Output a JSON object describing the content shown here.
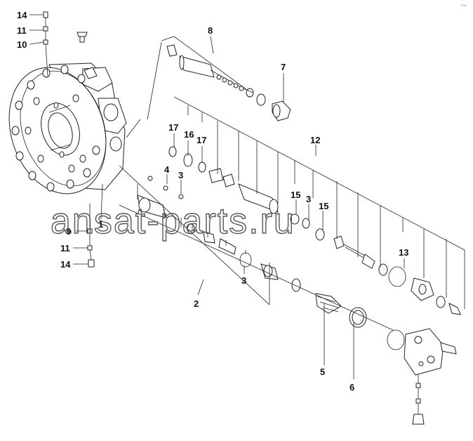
{
  "watermark": "ansat-parts.ru",
  "corner_mark": "↑—",
  "callouts": [
    {
      "id": "14-top",
      "text": "14"
    },
    {
      "id": "11-top",
      "text": "11"
    },
    {
      "id": "10",
      "text": "10"
    },
    {
      "id": "8",
      "text": "8"
    },
    {
      "id": "7",
      "text": "7"
    },
    {
      "id": "17-a",
      "text": "17"
    },
    {
      "id": "16",
      "text": "16"
    },
    {
      "id": "17-b",
      "text": "17"
    },
    {
      "id": "12",
      "text": "12"
    },
    {
      "id": "4",
      "text": "4"
    },
    {
      "id": "3-a",
      "text": "3"
    },
    {
      "id": "15-a",
      "text": "15"
    },
    {
      "id": "3-b",
      "text": "3"
    },
    {
      "id": "15-b",
      "text": "15"
    },
    {
      "id": "9",
      "text": "9"
    },
    {
      "id": "1",
      "text": "1"
    },
    {
      "id": "11-bottom",
      "text": "11"
    },
    {
      "id": "14-bottom",
      "text": "14"
    },
    {
      "id": "13",
      "text": "13"
    },
    {
      "id": "3-c",
      "text": "3"
    },
    {
      "id": "2",
      "text": "2"
    },
    {
      "id": "5",
      "text": "5"
    },
    {
      "id": "6",
      "text": "6"
    }
  ]
}
